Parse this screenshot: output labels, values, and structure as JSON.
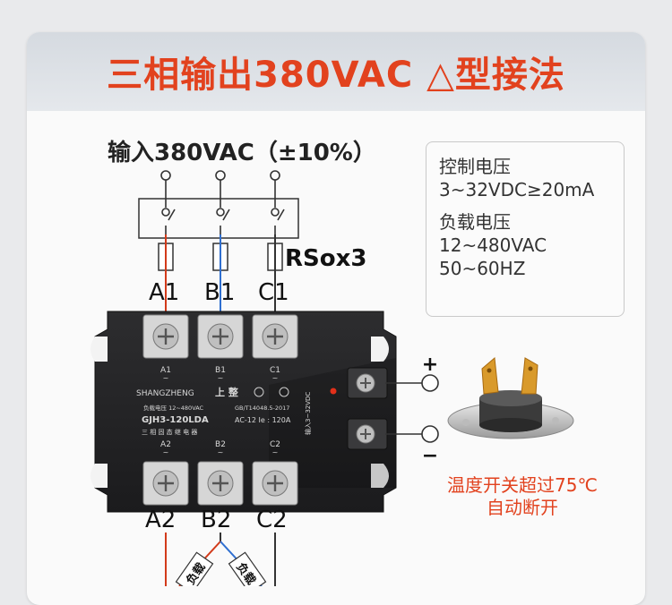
{
  "title": "三相输出380VAC △型接法",
  "input_label": "输入380VAC（±10%）",
  "control_voltage": {
    "heading": "控制电压",
    "value": "3~32VDC≥20mA"
  },
  "load_voltage": {
    "heading": "负载电压",
    "value1": "12~480VAC",
    "value2": "50~60HZ"
  },
  "fuse_label": "RSox3",
  "terminals_top": [
    "A1",
    "B1",
    "C1"
  ],
  "terminals_bottom": [
    "A2",
    "B2",
    "C2"
  ],
  "module": {
    "brand": "SHANGZHENG",
    "brand_cn": "上 整",
    "load_voltage_spec": "负载电压 12~480VAC",
    "standard": "GB/T14048.5-2017",
    "model": "GJH3-120LDA",
    "rating": "AC-12 Ie : 120A",
    "type_cn": "三 相 固 态 继 电 器",
    "input_spec": "输入3~32VDC",
    "mini_top": [
      "A1",
      "B1",
      "C1"
    ],
    "mini_bottom": [
      "A2",
      "B2",
      "C2"
    ]
  },
  "plus_sign": "+",
  "minus_sign": "−",
  "thermostat_note": {
    "line1": "温度开关超过75℃",
    "line2": "自动断开"
  },
  "load_labels": [
    "负载",
    "负载"
  ],
  "colors": {
    "accent": "#e2421e",
    "wire_red": "#d23a1a",
    "wire_blue": "#2f6fd0"
  }
}
